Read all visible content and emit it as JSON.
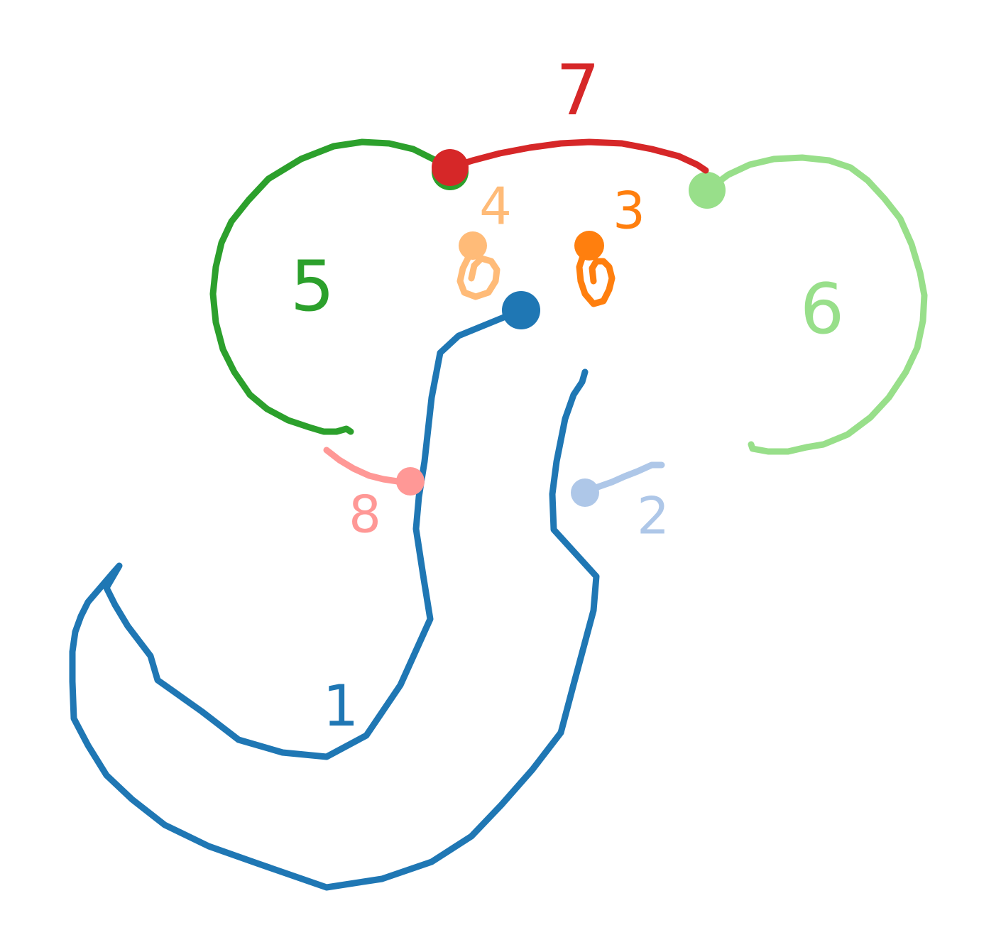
{
  "diagram": {
    "strokes": [
      {
        "id": "1",
        "label": "1",
        "color": "#1f77b4"
      },
      {
        "id": "2",
        "label": "2",
        "color": "#aec7e8"
      },
      {
        "id": "3",
        "label": "3",
        "color": "#ff7f0e"
      },
      {
        "id": "4",
        "label": "4",
        "color": "#ffbb78"
      },
      {
        "id": "5",
        "label": "5",
        "color": "#2ca02c"
      },
      {
        "id": "6",
        "label": "6",
        "color": "#98df8a"
      },
      {
        "id": "7",
        "label": "7",
        "color": "#d62728"
      },
      {
        "id": "8",
        "label": "8",
        "color": "#ff9896"
      }
    ]
  }
}
